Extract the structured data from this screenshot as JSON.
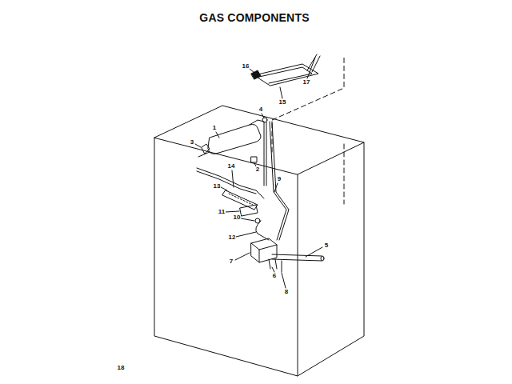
{
  "diagram": {
    "title": "GAS COMPONENTS",
    "labels": [
      "16",
      "17",
      "15",
      "4",
      "1",
      "3",
      "2",
      "14",
      "9",
      "13",
      "11",
      "10",
      "12",
      "5",
      "7",
      "6",
      "8",
      "18"
    ]
  }
}
